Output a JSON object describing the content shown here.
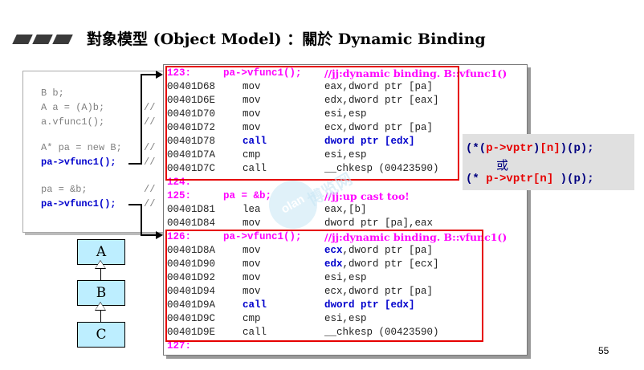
{
  "title": "對象模型 (Object Model) ：關於 Dynamic Binding",
  "source_code": [
    {
      "code": "B b;",
      "comment": ""
    },
    {
      "code": "A a = (A)b;",
      "comment": "//"
    },
    {
      "code": "a.vfunc1();",
      "comment": "//"
    },
    {
      "code": "A* pa = new B;",
      "comment": "//"
    },
    {
      "code": "pa->vfunc1();",
      "comment": "//"
    },
    {
      "code": "pa = &b;",
      "comment": "//"
    },
    {
      "code": "pa->vfunc1();",
      "comment": "//"
    }
  ],
  "class_diagram": [
    "A",
    "B",
    "C"
  ],
  "assembly": [
    {
      "type": "hdr",
      "line": "123:",
      "code": "pa->vfunc1();",
      "comment": "//jj:dynamic binding. B::vfunc1()"
    },
    {
      "type": "ins",
      "addr": "00401D68",
      "op": "mov",
      "arg": "eax,dword ptr [pa]"
    },
    {
      "type": "ins",
      "addr": "00401D6E",
      "op": "mov",
      "arg": "edx,dword ptr [eax]"
    },
    {
      "type": "ins",
      "addr": "00401D70",
      "op": "mov",
      "arg": "esi,esp"
    },
    {
      "type": "ins",
      "addr": "00401D72",
      "op": "mov",
      "arg": "ecx,dword ptr [pa]"
    },
    {
      "type": "ins",
      "addr": "00401D78",
      "op": "call",
      "arg": "dword ptr [edx]",
      "emph": true
    },
    {
      "type": "ins",
      "addr": "00401D7A",
      "op": "cmp",
      "arg": "esi,esp"
    },
    {
      "type": "ins",
      "addr": "00401D7C",
      "op": "call",
      "arg": "__chkesp (00423590)"
    },
    {
      "type": "hdr",
      "line": "124:",
      "code": "",
      "comment": ""
    },
    {
      "type": "hdr",
      "line": "125:",
      "code": "pa = &b;",
      "comment": "//jj:up cast too!"
    },
    {
      "type": "ins",
      "addr": "00401D81",
      "op": "lea",
      "arg": "eax,[b]"
    },
    {
      "type": "ins",
      "addr": "00401D84",
      "op": "mov",
      "arg": "dword ptr [pa],eax"
    },
    {
      "type": "hdr",
      "line": "126:",
      "code": "pa->vfunc1();",
      "comment": "//jj:dynamic binding. B::vfunc1()"
    },
    {
      "type": "ins",
      "addr": "00401D8A",
      "op": "mov",
      "arg_bold": "ecx",
      "arg": ",dword ptr [pa]"
    },
    {
      "type": "ins",
      "addr": "00401D90",
      "op": "mov",
      "arg_bold": "edx",
      "arg": ",dword ptr [ecx]"
    },
    {
      "type": "ins",
      "addr": "00401D92",
      "op": "mov",
      "arg": "esi,esp"
    },
    {
      "type": "ins",
      "addr": "00401D94",
      "op": "mov",
      "arg": "ecx,dword ptr [pa]"
    },
    {
      "type": "ins",
      "addr": "00401D9A",
      "op": "call",
      "arg": "dword ptr [edx]",
      "emph": true
    },
    {
      "type": "ins",
      "addr": "00401D9C",
      "op": "cmp",
      "arg": "esi,esp"
    },
    {
      "type": "ins",
      "addr": "00401D9E",
      "op": "call",
      "arg": "__chkesp (00423590)"
    },
    {
      "type": "hdr",
      "line": "127:",
      "code": "",
      "comment": ""
    }
  ],
  "expression": {
    "line1": "(*(p->vptr)[n])(p);",
    "or": "或",
    "line2": "(* p->vptr[n] )(p);"
  },
  "watermark": {
    "badge": "olan",
    "text": "博览网"
  },
  "page_number": "55"
}
